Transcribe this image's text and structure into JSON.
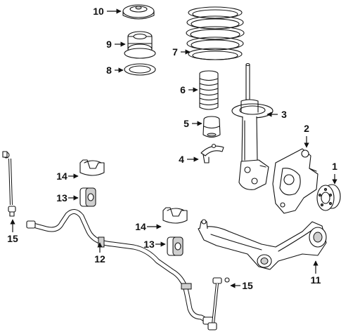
{
  "callouts": [
    {
      "id": "c1",
      "label": "1"
    },
    {
      "id": "c2",
      "label": "2"
    },
    {
      "id": "c3",
      "label": "3"
    },
    {
      "id": "c4",
      "label": "4"
    },
    {
      "id": "c5",
      "label": "5"
    },
    {
      "id": "c6",
      "label": "6"
    },
    {
      "id": "c7",
      "label": "7"
    },
    {
      "id": "c8",
      "label": "8"
    },
    {
      "id": "c9",
      "label": "9"
    },
    {
      "id": "c10",
      "label": "10"
    },
    {
      "id": "c11",
      "label": "11"
    },
    {
      "id": "c12",
      "label": "12"
    },
    {
      "id": "c13a",
      "label": "13"
    },
    {
      "id": "c13b",
      "label": "13"
    },
    {
      "id": "c14a",
      "label": "14"
    },
    {
      "id": "c14b",
      "label": "14"
    },
    {
      "id": "c15a",
      "label": "15"
    },
    {
      "id": "c15b",
      "label": "15"
    }
  ],
  "colors": {
    "line": "#111111",
    "background": "#ffffff",
    "shade": "#cfcfcf"
  }
}
